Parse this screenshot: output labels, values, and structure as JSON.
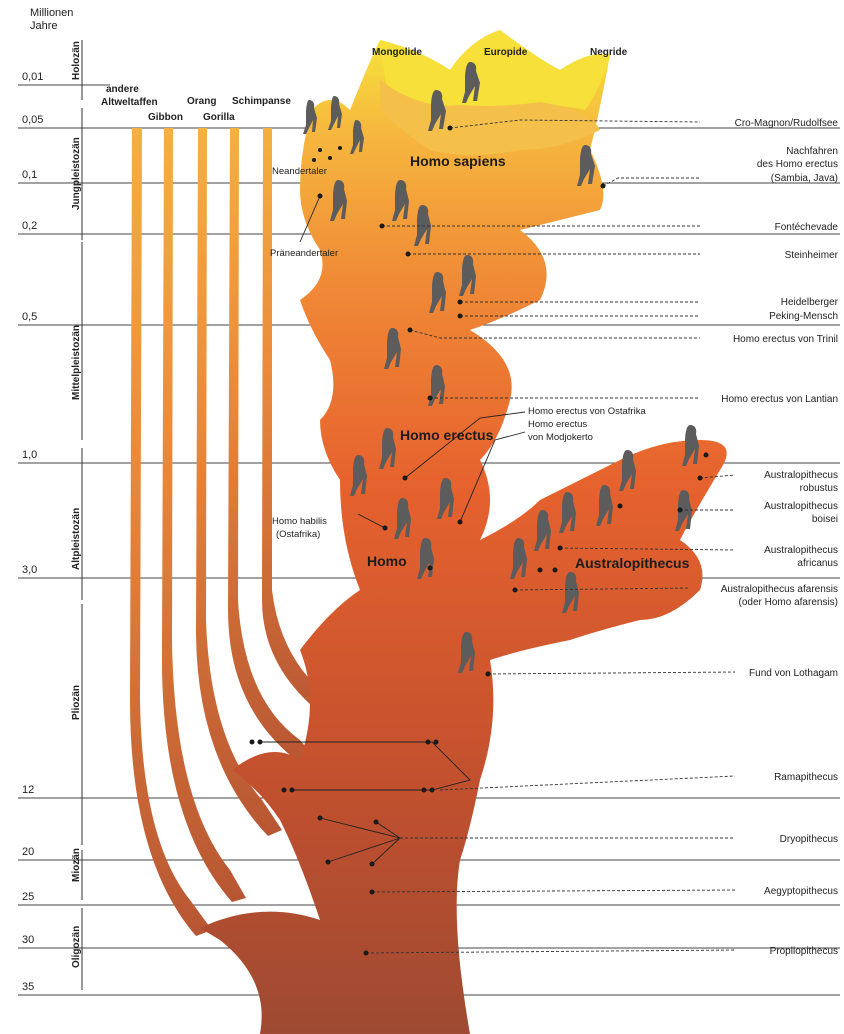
{
  "axis": {
    "title_line1": "Millionen",
    "title_line2": "Jahre",
    "times": [
      "0,01",
      "0,05",
      "0,1",
      "0,2",
      "0,5",
      "1,0",
      "3,0",
      "12",
      "20",
      "25",
      "30",
      "35"
    ],
    "epochs": [
      "Holozän",
      "Jungpleistozän",
      "Mittelpleistozän",
      "Altpleistozän",
      "Pliozän",
      "Miozän",
      "Oligozän"
    ]
  },
  "lineages": {
    "andere_line1": "andere",
    "andere_line2": "Altweltaffen",
    "gibbon": "Gibbon",
    "orang": "Orang",
    "gorilla": "Gorilla",
    "schimpanse": "Schimpanse"
  },
  "races": [
    "Mongolide",
    "Europide",
    "Negride"
  ],
  "branches": {
    "homo_sapiens": "Homo sapiens",
    "homo_erectus": "Homo erectus",
    "homo": "Homo",
    "australopithecus": "Australopithecus",
    "neandertaler": "Neandertaler",
    "praeneandertaler": "Präneandertaler",
    "homo_habilis_line1": "Homo habilis",
    "homo_habilis_line2": "(Ostafrika)",
    "erectus_ostafrika": "Homo erectus von Ostafrika",
    "erectus_modjokerto_line1": "Homo erectus",
    "erectus_modjokerto_line2": "von Modjokerto"
  },
  "finds": {
    "cro_magnon": "Cro-Magnon/Rudolfsee",
    "nachfahren_line1": "Nachfahren",
    "nachfahren_line2": "des Homo erectus",
    "nachfahren_line3": "(Sambia, Java)",
    "fontechevade": "Fontéchevade",
    "steinheimer": "Steinheimer",
    "heidelberger": "Heidelberger",
    "peking": "Peking-Mensch",
    "trinil": "Homo erectus von Trinil",
    "lantian": "Homo erectus von Lantian",
    "robustus_line1": "Australopithecus",
    "robustus_line2": "robustus",
    "boisei_line1": "Australopithecus",
    "boisei_line2": "boisei",
    "africanus_line1": "Australopithecus",
    "africanus_line2": "africanus",
    "afarensis_line1": "Australopithecus afarensis",
    "afarensis_line2": "(oder Homo afarensis)",
    "lothagam": "Fund von Lothagam",
    "ramapithecus": "Ramapithecus",
    "dryopithecus": "Dryopithecus",
    "aegyptopithecus": "Aegyptopithecus",
    "propliopithecus": "Propliopithecus"
  },
  "colors": {
    "trunk_bottom": "#a8442a",
    "mid": "#e0642e",
    "upper": "#f2a03c",
    "top": "#f6c84a",
    "tip": "#f7e23a",
    "figure": "#5a5a5a",
    "line": "#2a2a2a"
  }
}
